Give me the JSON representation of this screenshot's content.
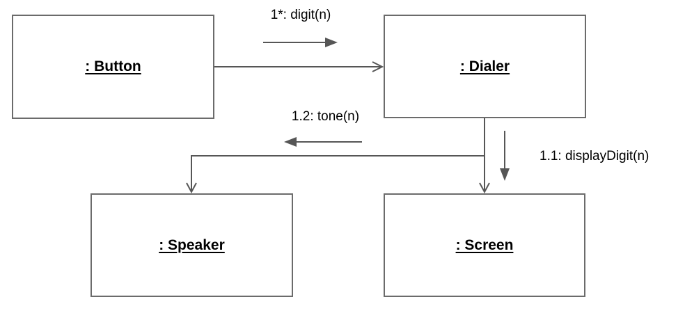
{
  "diagram": {
    "type": "uml-collaboration-diagram",
    "objects": [
      {
        "id": "button",
        "label": ": Button"
      },
      {
        "id": "dialer",
        "label": ": Dialer"
      },
      {
        "id": "speaker",
        "label": ": Speaker"
      },
      {
        "id": "screen",
        "label": ": Screen"
      }
    ],
    "messages": [
      {
        "id": "digit",
        "label": "1*: digit(n)",
        "from": "Button",
        "to": "Dialer",
        "direction": "right"
      },
      {
        "id": "tone",
        "label": "1.2: tone(n)",
        "from": "Dialer",
        "to": "Speaker",
        "direction": "left"
      },
      {
        "id": "displaydigit",
        "label": "1.1: displayDigit(n)",
        "from": "Dialer",
        "to": "Screen",
        "direction": "down"
      }
    ],
    "colors": {
      "background": "#ffffff",
      "box_border": "#6b6b6b",
      "line": "#565656",
      "text": "#000000"
    }
  }
}
